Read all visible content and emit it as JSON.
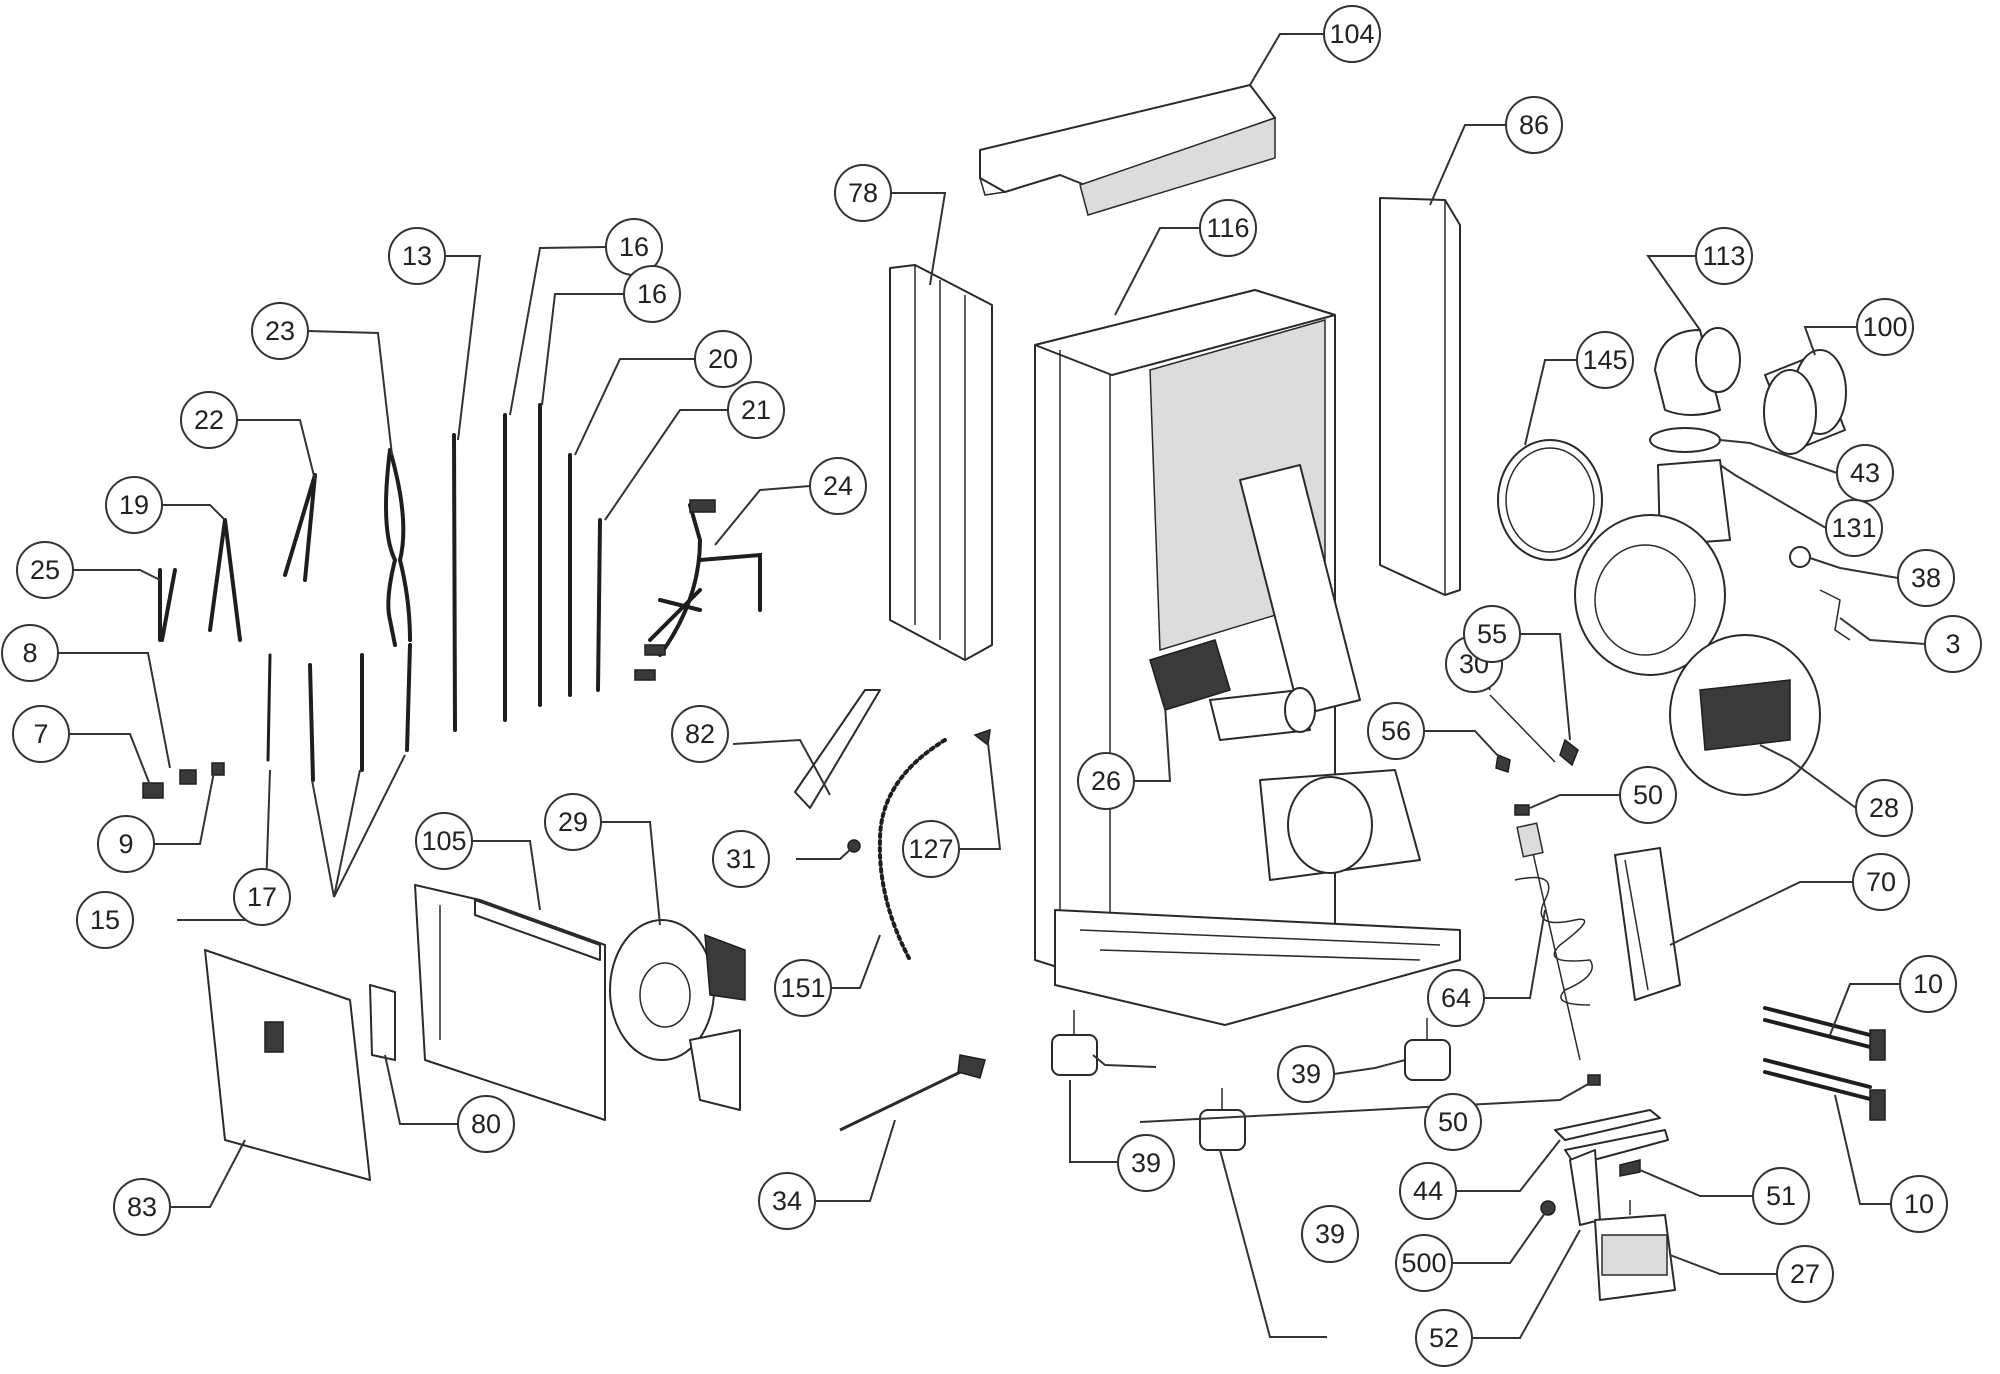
{
  "diagram": {
    "callouts": [
      {
        "id": "c104",
        "label": "104"
      },
      {
        "id": "c86",
        "label": "86"
      },
      {
        "id": "c78",
        "label": "78"
      },
      {
        "id": "c116",
        "label": "116"
      },
      {
        "id": "c113",
        "label": "113"
      },
      {
        "id": "c100",
        "label": "100"
      },
      {
        "id": "c145",
        "label": "145"
      },
      {
        "id": "c43",
        "label": "43"
      },
      {
        "id": "c131",
        "label": "131"
      },
      {
        "id": "c38",
        "label": "38"
      },
      {
        "id": "c3",
        "label": "3"
      },
      {
        "id": "c13",
        "label": "13"
      },
      {
        "id": "c16a",
        "label": "16"
      },
      {
        "id": "c16b",
        "label": "16"
      },
      {
        "id": "c23",
        "label": "23"
      },
      {
        "id": "c20",
        "label": "20"
      },
      {
        "id": "c21",
        "label": "21"
      },
      {
        "id": "c24",
        "label": "24"
      },
      {
        "id": "c22",
        "label": "22"
      },
      {
        "id": "c19",
        "label": "19"
      },
      {
        "id": "c25",
        "label": "25"
      },
      {
        "id": "c8",
        "label": "8"
      },
      {
        "id": "c7",
        "label": "7"
      },
      {
        "id": "c9",
        "label": "9"
      },
      {
        "id": "c15",
        "label": "15"
      },
      {
        "id": "c17",
        "label": "17"
      },
      {
        "id": "c82",
        "label": "82"
      },
      {
        "id": "c31",
        "label": "31"
      },
      {
        "id": "c127",
        "label": "127"
      },
      {
        "id": "c26",
        "label": "26"
      },
      {
        "id": "c30",
        "label": "30"
      },
      {
        "id": "c55",
        "label": "55"
      },
      {
        "id": "c56",
        "label": "56"
      },
      {
        "id": "c50a",
        "label": "50"
      },
      {
        "id": "c28",
        "label": "28"
      },
      {
        "id": "c105",
        "label": "105"
      },
      {
        "id": "c29",
        "label": "29"
      },
      {
        "id": "c151",
        "label": "151"
      },
      {
        "id": "c70",
        "label": "70"
      },
      {
        "id": "c64",
        "label": "64"
      },
      {
        "id": "c10a",
        "label": "10"
      },
      {
        "id": "c80",
        "label": "80"
      },
      {
        "id": "c39a",
        "label": "39"
      },
      {
        "id": "c39b",
        "label": "39"
      },
      {
        "id": "c50b",
        "label": "50"
      },
      {
        "id": "c83",
        "label": "83"
      },
      {
        "id": "c34",
        "label": "34"
      },
      {
        "id": "c39c",
        "label": "39"
      },
      {
        "id": "c44",
        "label": "44"
      },
      {
        "id": "c51",
        "label": "51"
      },
      {
        "id": "c10b",
        "label": "10"
      },
      {
        "id": "c500",
        "label": "500"
      },
      {
        "id": "c27",
        "label": "27"
      },
      {
        "id": "c52",
        "label": "52"
      }
    ]
  }
}
